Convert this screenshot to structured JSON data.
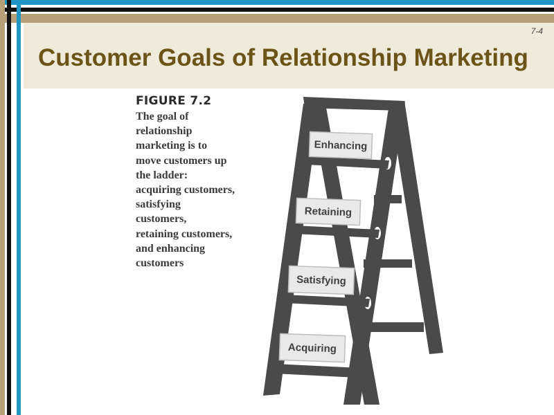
{
  "slide": {
    "page_number": "7-4",
    "title": "Customer Goals of Relationship Marketing"
  },
  "figure": {
    "label": "FIGURE 7.2",
    "caption_lines": [
      "The goal of",
      "relationship",
      "marketing is to",
      "move customers up",
      "the ladder:",
      "acquiring customers,",
      "satisfying",
      "customers,",
      "retaining customers,",
      "and enhancing",
      "customers"
    ]
  },
  "ladder": {
    "steps": [
      "Enhancing",
      "Retaining",
      "Satisfying",
      "Acquiring"
    ],
    "colors": {
      "frame": "#4a4a4a",
      "sign_fill": "#e9e9e9",
      "sign_border": "#bdbdbd"
    }
  }
}
